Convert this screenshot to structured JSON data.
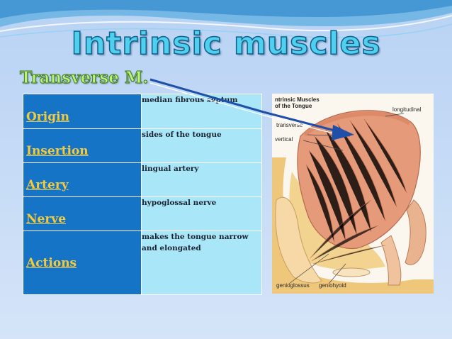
{
  "slide": {
    "title": "Intrinsic muscles",
    "subtitle": "Transverse M."
  },
  "table": {
    "rows": [
      {
        "label": "Origin",
        "value": "median fibrous septum"
      },
      {
        "label": "Insertion",
        "value": "sides of the tongue"
      },
      {
        "label": "Artery",
        "value": "lingual artery"
      },
      {
        "label": "Nerve",
        "value": "hypoglossal nerve"
      },
      {
        "label": "Actions",
        "value": "makes the tongue narrow and elongated"
      }
    ]
  },
  "diagram": {
    "title_line1": "ntrinsic Muscles",
    "title_line2": "of the Tongue",
    "labels": {
      "transverse": "transverse",
      "vertical": "vertical",
      "longitudinal": "longitudinal",
      "genioglossus": "genioglossus",
      "geniohyoid": "geniohyoid"
    }
  },
  "colors": {
    "label_bg": "#1674c6",
    "label_text": "#f4c93a",
    "value_bg": "#a9e6f7",
    "title_fill": "#4fd0ee",
    "subtitle_fill": "#bdf275",
    "arrow": "#1f4fa8"
  }
}
